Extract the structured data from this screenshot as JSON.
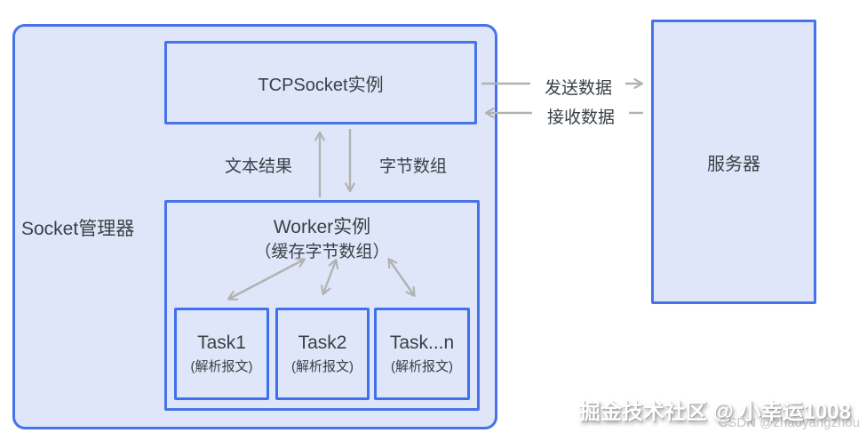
{
  "colors": {
    "box_fill": "#dfe6f9",
    "border_blue": "#4673e8",
    "task_border_blue": "#3f70ee",
    "arrow_gray": "#b2b2b2",
    "text_dark": "#3b4045",
    "watermark_gray": "#c6c9ce"
  },
  "diagram": {
    "container_label": "Socket管理器",
    "tcpsocket_label": "TCPSocket实例",
    "worker_title": "Worker实例",
    "worker_subtitle": "（缓存字节数组）",
    "tasks": [
      {
        "name": "Task1",
        "desc": "(解析报文)"
      },
      {
        "name": "Task2",
        "desc": "(解析报文)"
      },
      {
        "name": "Task...n",
        "desc": "(解析报文)"
      }
    ],
    "server_label": "服务器",
    "labels": {
      "text_result": "文本结果",
      "byte_array": "字节数组",
      "send_data": "发送数据",
      "receive_data": "接收数据"
    }
  },
  "watermark": {
    "primary": "掘金技术社区 @ 小幸运1008",
    "secondary": "CSDN @zhaoyangzhou"
  }
}
